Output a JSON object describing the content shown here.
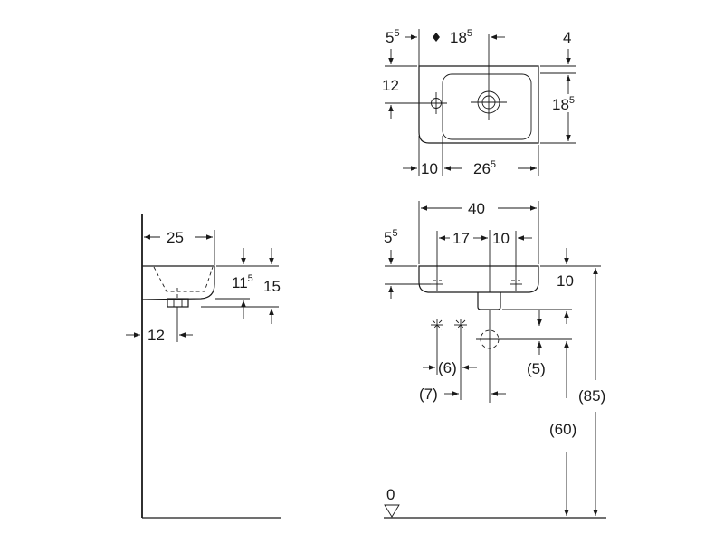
{
  "top_view": {
    "dim_left_edge": {
      "main": "5",
      "sup": "5"
    },
    "dim_tap_to_waste": {
      "main": "18",
      "sup": "5"
    },
    "dim_right_edge": "4",
    "dim_tap_depth": "12",
    "dim_waste_depth": {
      "main": "18",
      "sup": "5"
    },
    "dim_rim_left": "10",
    "dim_bowl_width": {
      "main": "26",
      "sup": "5"
    }
  },
  "side_view": {
    "dim_depth": "25",
    "dim_bowl_height": {
      "main": "11",
      "sup": "5"
    },
    "dim_total_height": "15",
    "dim_waste_offset": "12"
  },
  "front_view": {
    "dim_width": "40",
    "dim_rim_height": {
      "main": "5",
      "sup": "5"
    },
    "dim_tap_left": "17",
    "dim_tap_right": "10",
    "dim_basin_height": "10",
    "dim_supply_6": "(6)",
    "dim_supply_7": "(7)",
    "dim_drain_5": "(5)",
    "dim_drain_height": "(60)",
    "dim_rim_from_floor": "(85)",
    "floor_level": "0"
  }
}
